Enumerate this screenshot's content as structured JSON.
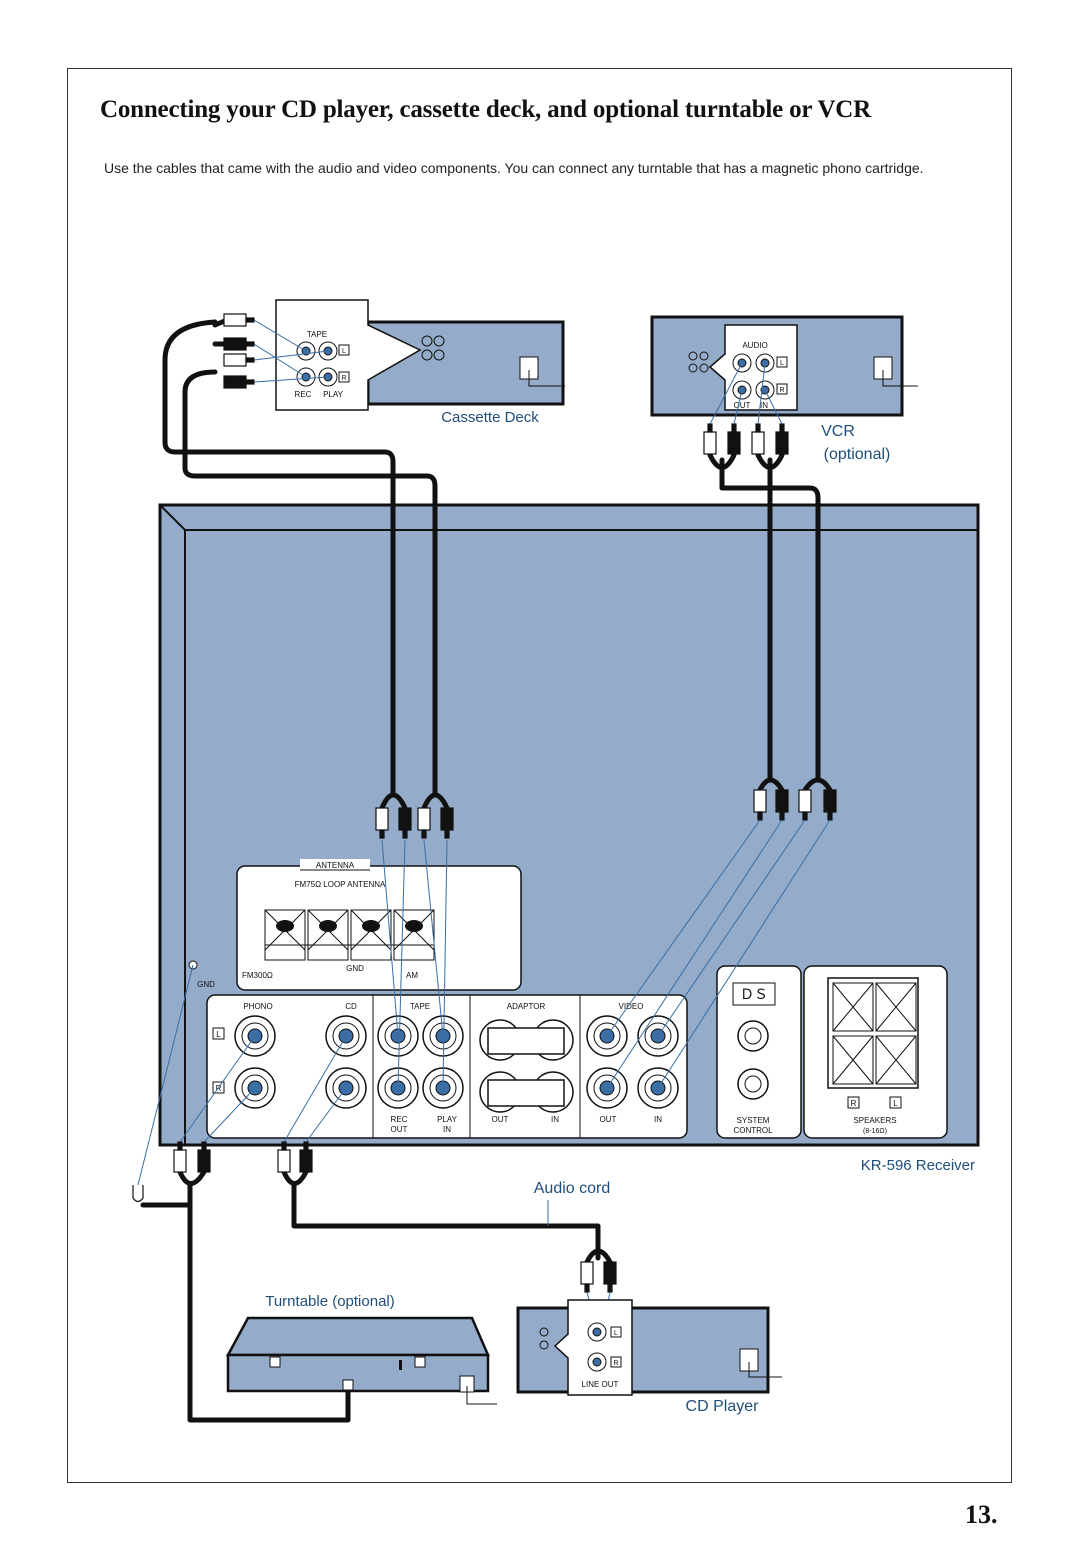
{
  "title": "Connecting your CD player, cassette deck, and optional turntable or VCR",
  "intro": "Use the cables that came with the audio and video components. You can connect any turntable that has a magnetic phono cartridge.",
  "page_number": "13.",
  "colors": {
    "panel": "#94acc9",
    "label_blue": "#1f4e79",
    "cable": "#111111",
    "wire_thin": "#3a6ea5"
  },
  "labels": {
    "cassette_deck": "Cassette Deck",
    "vcr": "VCR",
    "vcr_optional": "(optional)",
    "receiver": "KR-596 Receiver",
    "audio_cord": "Audio cord",
    "turntable": "Turntable (optional)",
    "cd_player": "CD Player"
  },
  "cassette_panel": {
    "tape": "TAPE",
    "rec": "REC",
    "play": "PLAY",
    "l": "L",
    "r": "R"
  },
  "vcr_panel": {
    "audio": "AUDIO",
    "out": "OUT",
    "in": "IN",
    "l": "L",
    "r": "R"
  },
  "receiver_panel": {
    "antenna": "ANTENNA",
    "loop_antenna": "FM75Ω LOOP ANTENNA",
    "fm300": "FM300Ω",
    "gnd": "GND",
    "am": "AM",
    "gnd_terminal": "GND",
    "phono": "PHONO",
    "cd": "CD",
    "tape": "TAPE",
    "adaptor": "ADAPTOR",
    "video": "VIDEO",
    "l": "L",
    "r": "R",
    "rec_out": [
      "REC",
      "OUT"
    ],
    "play_in": [
      "PLAY",
      "IN"
    ],
    "adaptor_out": "OUT",
    "adaptor_in": "IN",
    "video_out": "OUT",
    "video_in": "IN",
    "system_control": [
      "SYSTEM",
      "CONTROL"
    ],
    "speakers": [
      "SPEAKERS",
      "(8-16Ω)"
    ],
    "spk_r": "R",
    "spk_l": "L"
  },
  "cd_panel": {
    "line_out": "LINE OUT",
    "l": "L",
    "r": "R"
  }
}
